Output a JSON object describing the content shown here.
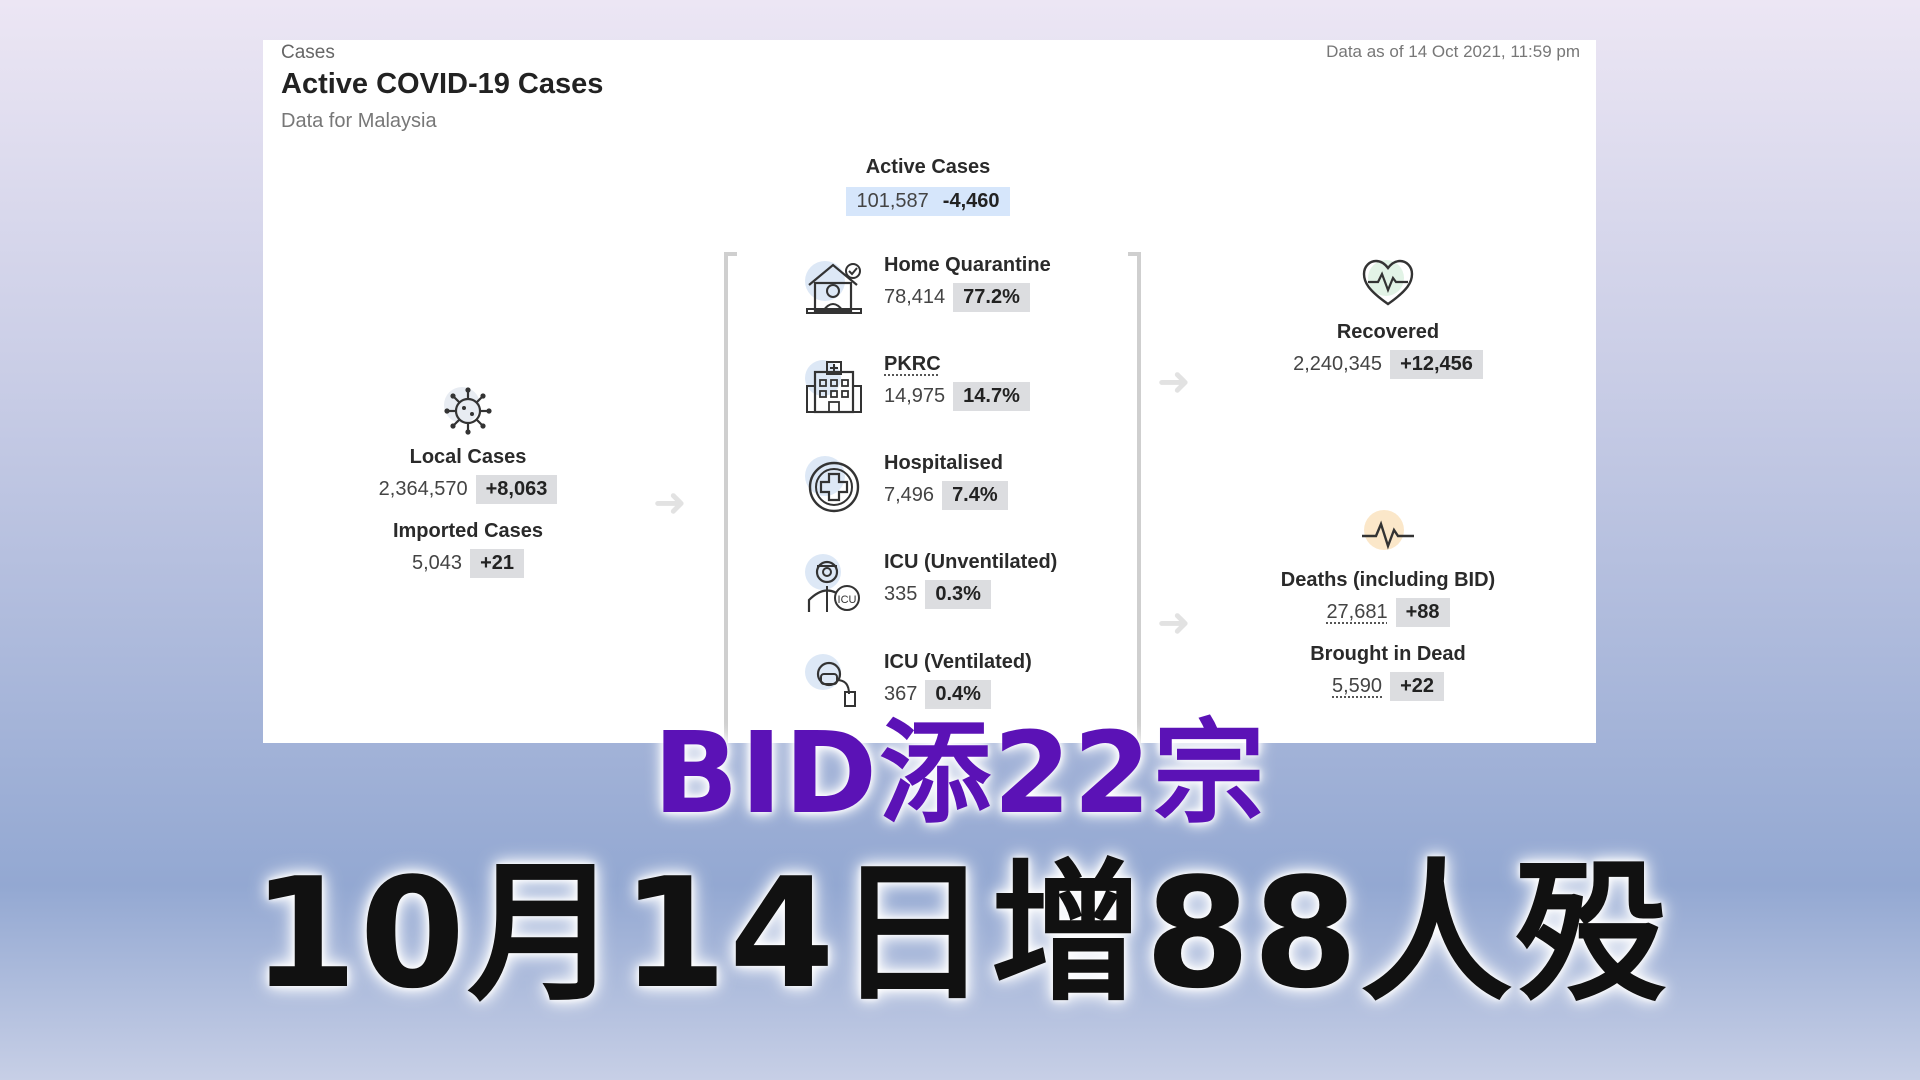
{
  "header": {
    "breadcrumb": "Cases",
    "title": "Active COVID-19 Cases",
    "subtitle": "Data for Malaysia",
    "as_of": "Data as of 14 Oct 2021, 11:59 pm"
  },
  "active": {
    "label": "Active Cases",
    "value": "101,587",
    "change": "-4,460"
  },
  "left": {
    "local": {
      "label": "Local Cases",
      "value": "2,364,570",
      "change": "+8,063"
    },
    "imported": {
      "label": "Imported Cases",
      "value": "5,043",
      "change": "+21"
    }
  },
  "middle": [
    {
      "label": "Home Quarantine",
      "value": "78,414",
      "pct": "77.2%",
      "icon": "home-quarantine-icon"
    },
    {
      "label": "PKRC",
      "value": "14,975",
      "pct": "14.7%",
      "icon": "building-icon"
    },
    {
      "label": "Hospitalised",
      "value": "7,496",
      "pct": "7.4%",
      "icon": "medical-cross-icon"
    },
    {
      "label": "ICU (Unventilated)",
      "value": "335",
      "pct": "0.3%",
      "icon": "icu-doctor-icon"
    },
    {
      "label": "ICU (Ventilated)",
      "value": "367",
      "pct": "0.4%",
      "icon": "ventilator-icon"
    }
  ],
  "right": {
    "recovered": {
      "label": "Recovered",
      "value": "2,240,345",
      "change": "+12,456"
    },
    "deaths": {
      "label": "Deaths (including BID)",
      "value": "27,681",
      "change": "+88"
    },
    "bid": {
      "label": "Brought in Dead",
      "value": "5,590",
      "change": "+22"
    }
  },
  "overlay": {
    "line1": "BID添22宗",
    "line2": "10月14日增88人殁"
  },
  "colors": {
    "headline_purple": "#5b12b6",
    "badge_grey": "#dcdde0",
    "badge_blue": "#d6e6fb"
  }
}
